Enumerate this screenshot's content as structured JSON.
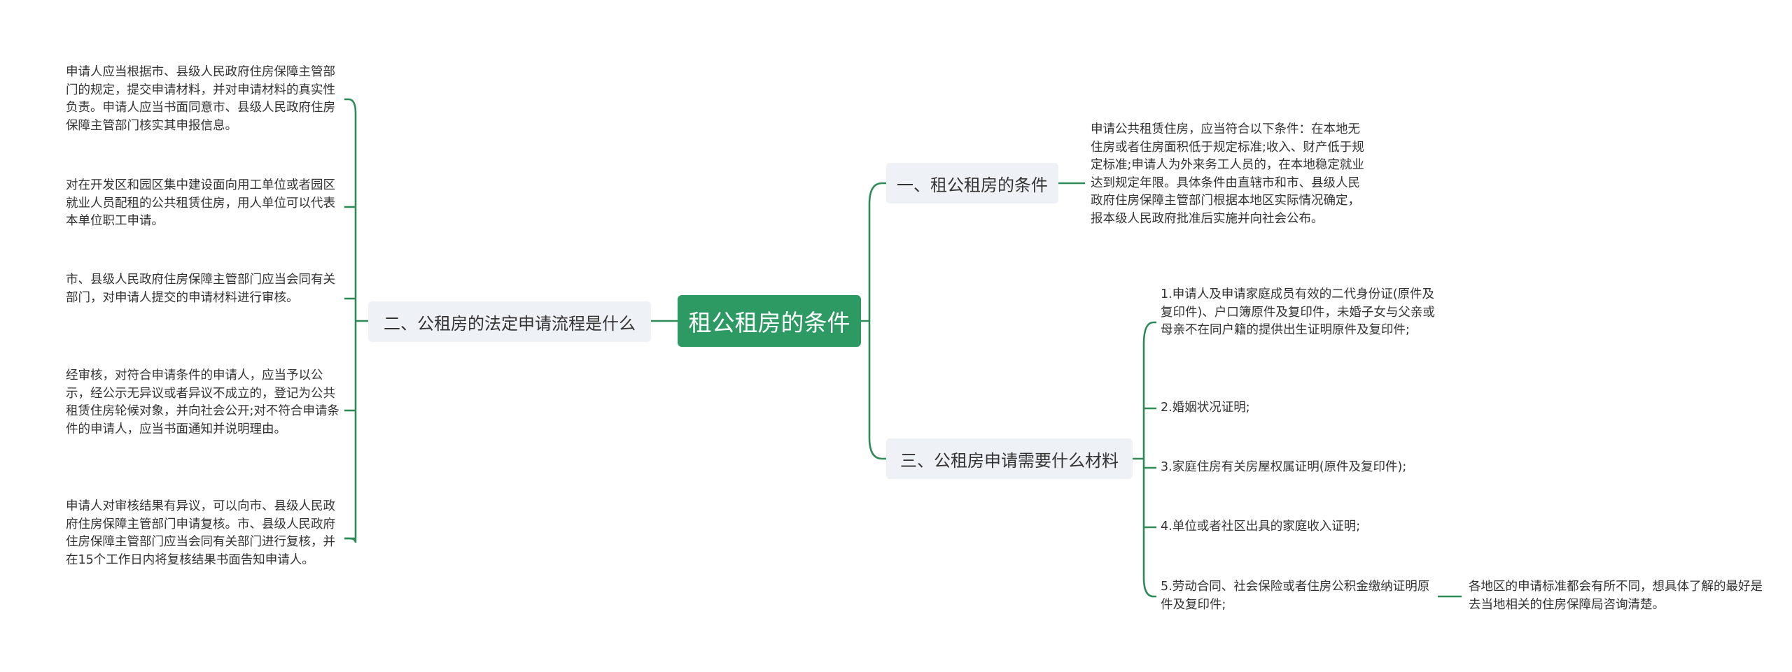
{
  "root": {
    "label": "租公租房的条件"
  },
  "branches": [
    {
      "label": "一、租公租房的条件",
      "detail": "申请公共租赁住房，应当符合以下条件：在本地无住房或者住房面积低于规定标准;收入、财产低于规定标准;申请人为外来务工人员的，在本地稳定就业达到规定年限。具体条件由直辖市和市、县级人民政府住房保障主管部门根据本地区实际情况确定，报本级人民政府批准后实施并向社会公布。"
    },
    {
      "label": "二、公租房的法定申请流程是什么",
      "items": [
        "申请人应当根据市、县级人民政府住房保障主管部门的规定，提交申请材料，并对申请材料的真实性负责。申请人应当书面同意市、县级人民政府住房保障主管部门核实其申报信息。",
        "对在开发区和园区集中建设面向用工单位或者园区就业人员配租的公共租赁住房，用人单位可以代表本单位职工申请。",
        "市、县级人民政府住房保障主管部门应当会同有关部门，对申请人提交的申请材料进行审核。",
        "经审核，对符合申请条件的申请人，应当予以公示，经公示无异议或者异议不成立的，登记为公共租赁住房轮候对象，并向社会公开;对不符合申请条件的申请人，应当书面通知并说明理由。",
        "申请人对审核结果有异议，可以向市、县级人民政府住房保障主管部门申请复核。市、县级人民政府住房保障主管部门应当会同有关部门进行复核，并在15个工作日内将复核结果书面告知申请人。"
      ]
    },
    {
      "label": "三、公租房申请需要什么材料",
      "items": [
        "1.申请人及申请家庭成员有效的二代身份证(原件及复印件)、户口簿原件及复印件，未婚子女与父亲或母亲不在同户籍的提供出生证明原件及复印件;",
        "2.婚姻状况证明;",
        "3.家庭住房有关房屋权属证明(原件及复印件);",
        "4.单位或者社区出具的家庭收入证明;",
        "5.劳动合同、社会保险或者住房公积金缴纳证明原件及复印件;"
      ],
      "note": "各地区的申请标准都会有所不同，想具体了解的最好是去当地相关的住房保障局咨询清楚。"
    }
  ],
  "colors": {
    "root_fill": "#2e9a63",
    "branch_fill": "#eef1f5",
    "connector": "#2e8b57",
    "text": "#333333"
  }
}
